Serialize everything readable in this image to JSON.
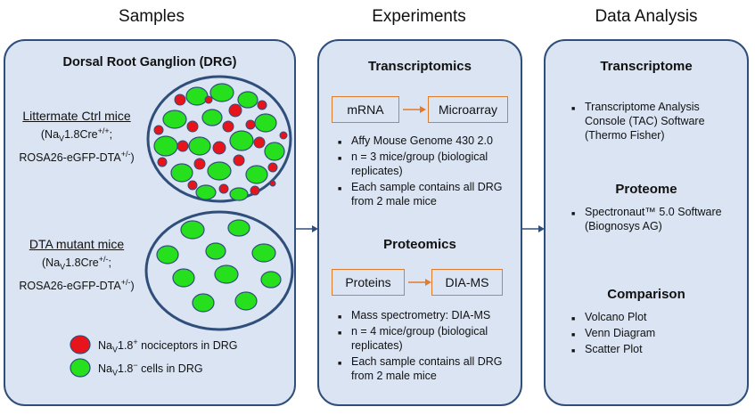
{
  "titles": {
    "samples": "Samples",
    "experiments": "Experiments",
    "analysis": "Data Analysis"
  },
  "samples": {
    "heading": "Dorsal Root Ganglion (DRG)",
    "ctrl": {
      "name": "Littermate Ctrl mice",
      "line1": "(NaV1.8Cre+/+;",
      "line2": "ROSA26-eGFP-DTA+/-)"
    },
    "mutant": {
      "name": "DTA mutant mice",
      "line1": "(NaV1.8Cre+/-;",
      "line2": "ROSA26-eGFP-DTA+/-)"
    },
    "legend": {
      "red": "NaV1.8+ nociceptors in DRG",
      "green": "NaV1.8− cells in DRG"
    },
    "colors": {
      "red": "#e8141c",
      "green": "#26e01e",
      "panel": "#dbe4f3",
      "border": "#2f4f7a"
    }
  },
  "experiments": {
    "transcriptomics": {
      "heading": "Transcriptomics",
      "from": "mRNA",
      "to": "Microarray",
      "bullets": [
        "Affy Mouse Genome 430 2.0",
        "n = 3 mice/group (biological replicates)",
        "Each sample contains all DRG from 2 male mice"
      ]
    },
    "proteomics": {
      "heading": "Proteomics",
      "from": "Proteins",
      "to": "DIA-MS",
      "bullets": [
        "Mass spectrometry: DIA-MS",
        "n = 4 mice/group (biological replicates)",
        "Each sample contains all DRG from 2 male mice"
      ]
    }
  },
  "analysis": {
    "transcriptome": {
      "heading": "Transcriptome",
      "bullets": [
        "Transcriptome Analysis Console (TAC) Software (Thermo Fisher)"
      ]
    },
    "proteome": {
      "heading": "Proteome",
      "bullets": [
        "Spectronaut™ 5.0 Software (Biognosys AG)"
      ]
    },
    "comparison": {
      "heading": "Comparison",
      "bullets": [
        "Volcano Plot",
        "Venn Diagram",
        "Scatter Plot"
      ]
    }
  }
}
